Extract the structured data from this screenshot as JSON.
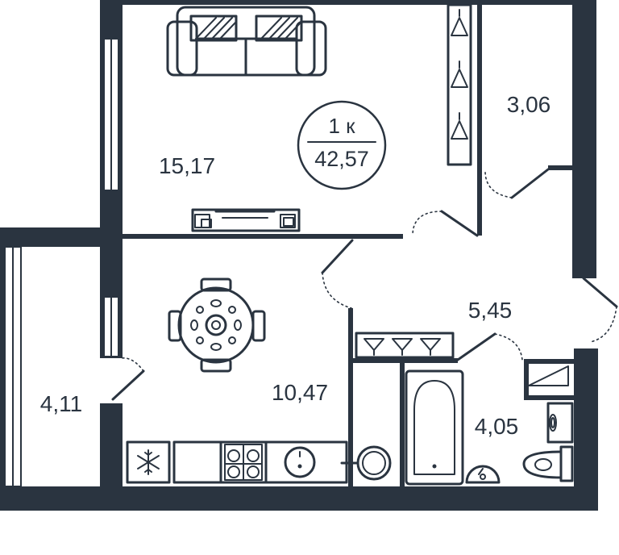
{
  "apartment": {
    "rooms_label": "1 к",
    "total_area": "42,57"
  },
  "rooms": {
    "living_room": {
      "area": "15,17"
    },
    "wardrobe": {
      "area": "3,06"
    },
    "hallway": {
      "area": "5,45"
    },
    "kitchen": {
      "area": "10,47"
    },
    "balcony": {
      "area": "4,11"
    },
    "bathroom": {
      "area": "4,05"
    }
  },
  "colors": {
    "wall": "#2a3440",
    "background": "#ffffff"
  }
}
